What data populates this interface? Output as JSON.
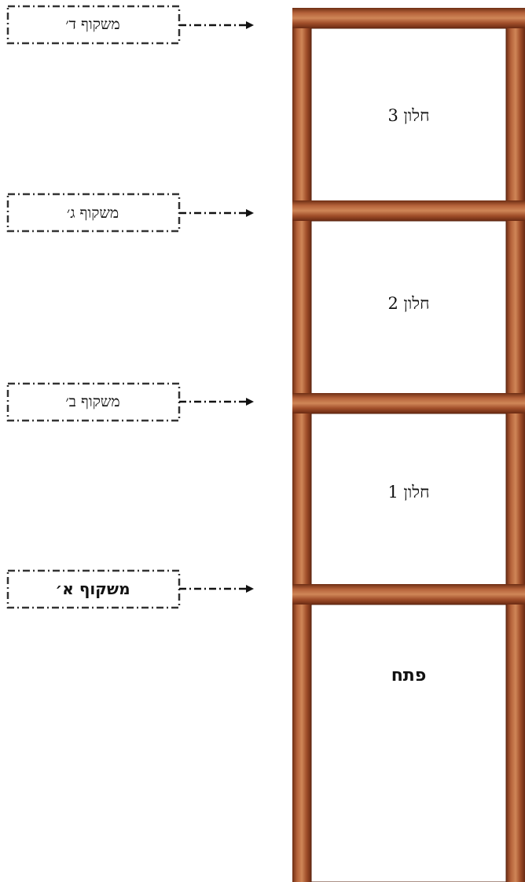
{
  "colors": {
    "wood_dark": "#7a3418",
    "wood_mid": "#a5552f",
    "wood_light": "#c57a4c",
    "label_border": "#333333",
    "arrow": "#111111"
  },
  "labels": [
    {
      "text": "משקוף ד׳"
    },
    {
      "text": "משקוף ג׳"
    },
    {
      "text": "משקוף ב׳"
    },
    {
      "text": "משקוף א׳"
    }
  ],
  "frames": [
    {
      "text": "חלון 3"
    },
    {
      "text": "חלון 2"
    },
    {
      "text": "חלון 1"
    },
    {
      "text": "פתח"
    }
  ]
}
